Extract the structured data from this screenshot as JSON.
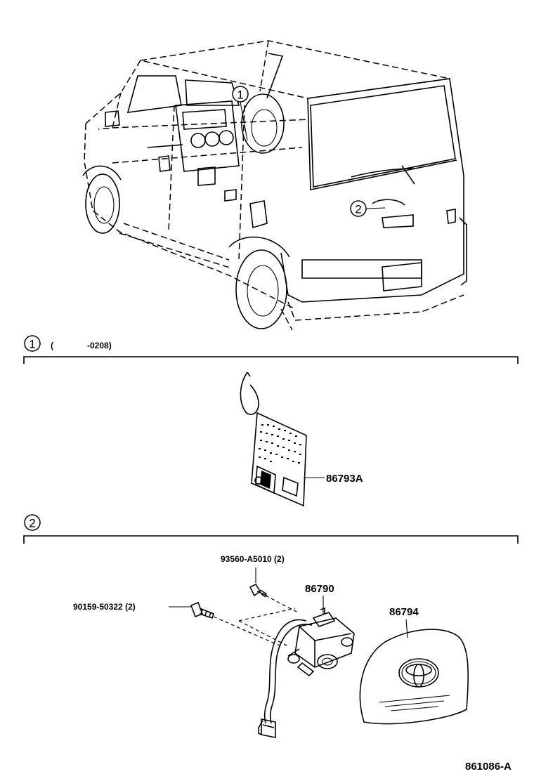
{
  "callouts": {
    "one": "1",
    "two": "2"
  },
  "section1": {
    "callout": "1",
    "range_open": "(",
    "range_end": "-0208)"
  },
  "section2": {
    "callout": "2"
  },
  "parts": {
    "speaker_plate": "86793A",
    "bolt_upper": "93560-A5010 (2)",
    "screw_left": "90159-50322 (2)",
    "camera_unit": "86790",
    "cover": "86794"
  },
  "figure_id": "861086-A"
}
